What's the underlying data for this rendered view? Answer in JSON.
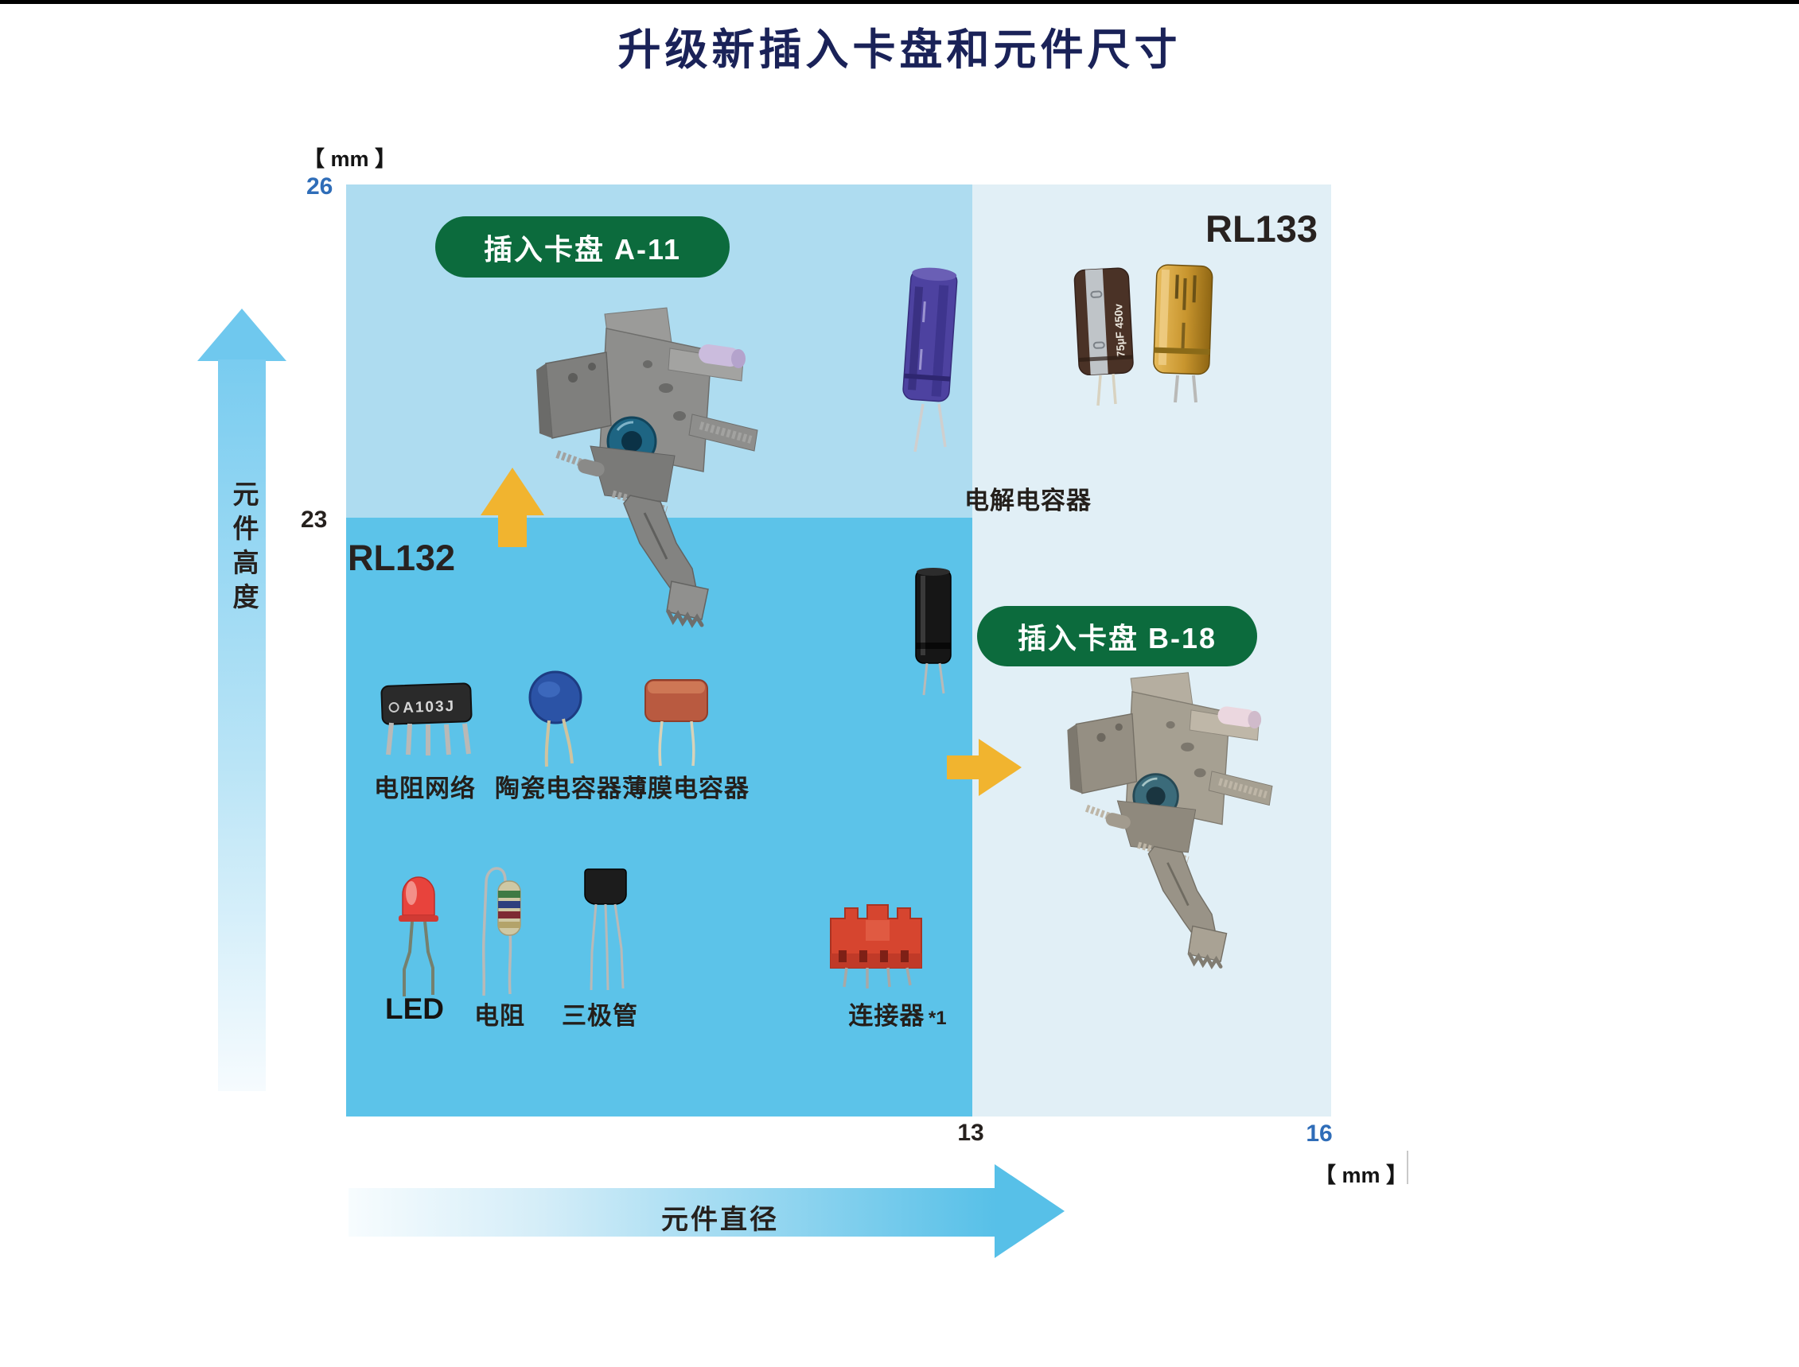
{
  "title": "升级新插入卡盘和元件尺寸",
  "axis": {
    "y_unit": "【 mm 】",
    "y_max": "26",
    "y_mid": "23",
    "y_label": "元件高度",
    "x_mid": "13",
    "x_max": "16",
    "x_unit": "【 mm 】",
    "x_label": "元件直径"
  },
  "regions": {
    "rl132": "RL132",
    "rl133": "RL133"
  },
  "badges": {
    "a11": "插入卡盘 A-11",
    "b18": "插入卡盘 B-18"
  },
  "annotations": {
    "electrolytic": "电解电容器"
  },
  "components": {
    "resistor_network": {
      "label": "电阻网络",
      "marking": "A103J"
    },
    "ceramic_capacitor": {
      "label": "陶瓷电容器"
    },
    "film_capacitor": {
      "label": "薄膜电容器"
    },
    "led": {
      "label": "LED"
    },
    "resistor": {
      "label": "电阻"
    },
    "transistor": {
      "label": "三极管"
    },
    "connector": {
      "label": "连接器",
      "note": "*1"
    },
    "electrolytic_marking": "75µF 450v"
  },
  "chart_data": {
    "type": "other",
    "title": "升级新插入卡盘和元件尺寸",
    "x_axis": {
      "label": "元件直径",
      "unit": "mm",
      "ticks": [
        13,
        16
      ]
    },
    "y_axis": {
      "label": "元件高度",
      "unit": "mm",
      "ticks": [
        23,
        26
      ]
    },
    "regions": [
      {
        "name": "RL132",
        "color": "#5cc3e9",
        "max_diameter_mm": 13,
        "max_height_mm": 23
      },
      {
        "name": "RL132 + 插入卡盘 A-11",
        "color": "#aedcf0",
        "max_diameter_mm": 13,
        "max_height_mm": 26
      },
      {
        "name": "RL133 + 插入卡盘 B-18",
        "color": "#e1eff6",
        "max_diameter_mm": 16,
        "max_height_mm": 26
      }
    ],
    "components_in_rl132": [
      "电阻网络",
      "陶瓷电容器",
      "薄膜电容器",
      "LED",
      "电阻",
      "三极管",
      "连接器 *1"
    ],
    "components_in_rl133": [
      "电解电容器"
    ]
  },
  "colors": {
    "region_light": "#aedcf0",
    "region_medium": "#5cc3e9",
    "region_pale": "#e1eff6",
    "badge_green": "#0c6b3d",
    "accent_yellow": "#f1b42f",
    "axis_value_blue": "#2f6db8",
    "title_navy": "#1a2258"
  }
}
